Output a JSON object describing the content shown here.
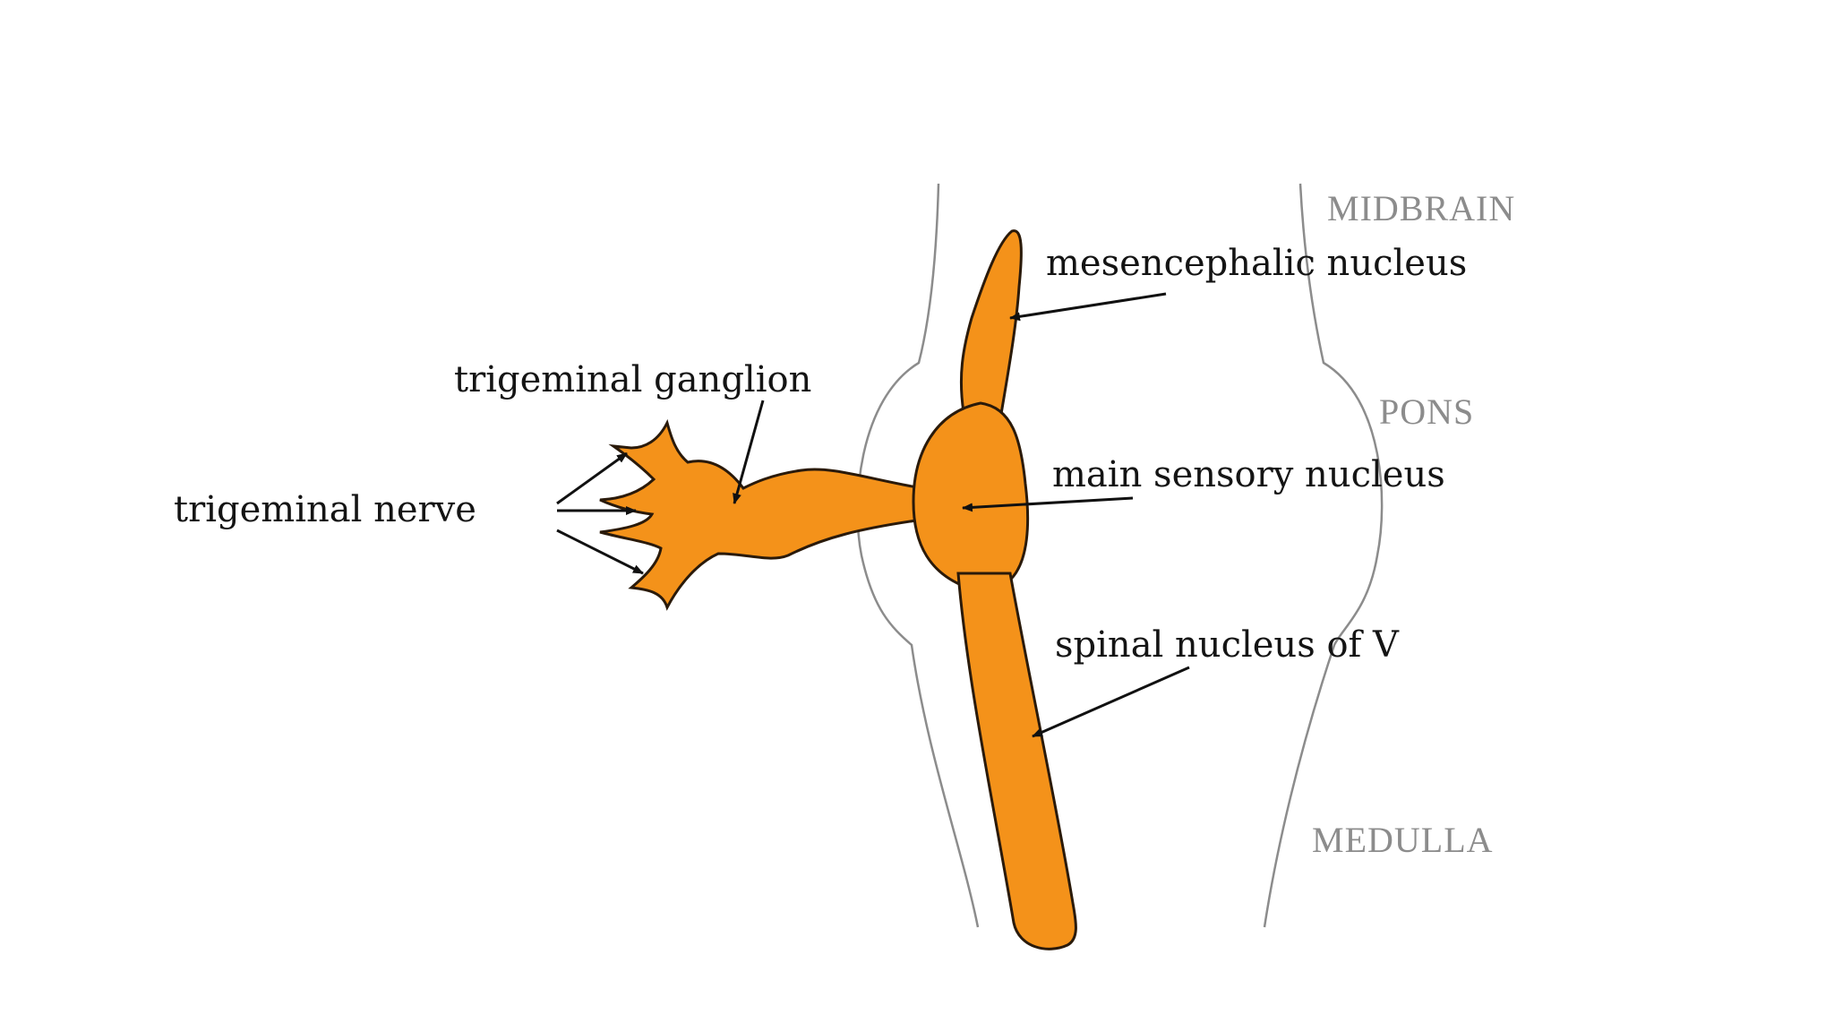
{
  "colors": {
    "nucleus_fill": "#f4921a",
    "region_text": "#8c8c8c",
    "label_text": "#141414"
  },
  "regions": {
    "midbrain": "MIDBRAIN",
    "pons": "PONS",
    "medulla": "MEDULLA"
  },
  "labels": {
    "mesencephalic_nucleus": "mesencephalic nucleus",
    "trigeminal_ganglion": "trigeminal ganglion",
    "trigeminal_nerve": "trigeminal nerve",
    "main_sensory_nucleus": "main sensory nucleus",
    "spinal_nucleus": "spinal nucleus of V"
  }
}
